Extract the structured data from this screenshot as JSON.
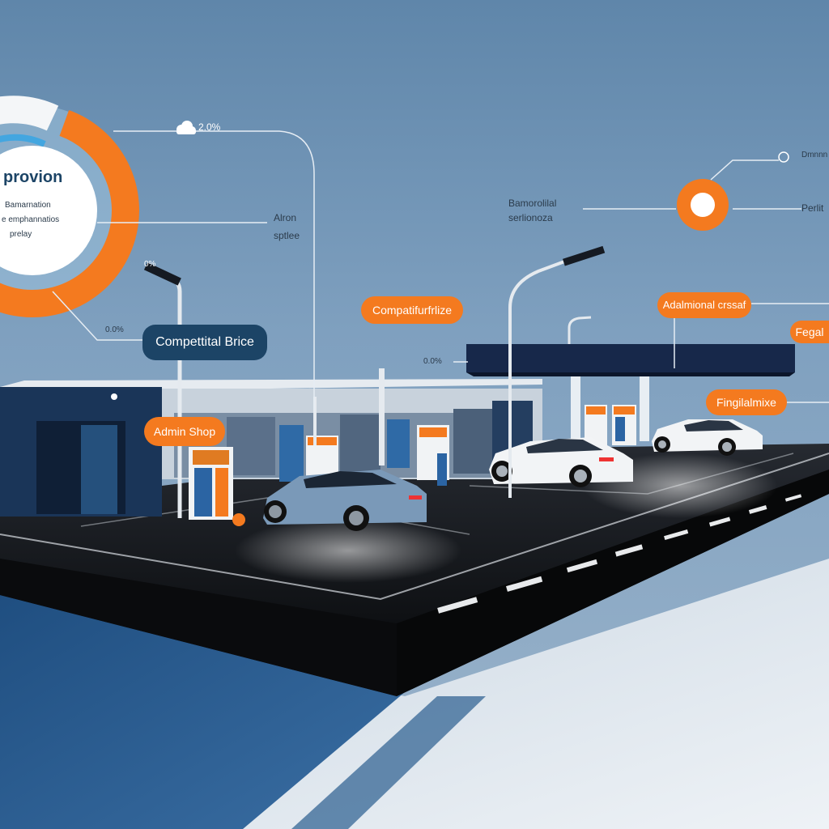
{
  "colors": {
    "accent": "#f47a1f",
    "navy": "#1c4466",
    "sky": "#6f93b6",
    "asphalt": "#1b1d22",
    "ground_shadow": "#2a5d8f"
  },
  "donut": {
    "title": "provion",
    "line1": "Bamarnation",
    "line2": "e emphannatios",
    "line3": "prelay",
    "fill_fraction": 0.72
  },
  "callouts": {
    "top_percent": "2.0%",
    "alron_line1": "Alron",
    "alron_line2": "sptlee",
    "left_small_percent": "0%",
    "mid_left_percent": "0.0%",
    "center_percent": "0.0%",
    "bamorolilal_line1": "Bamorolilal",
    "bamorolilal_line2": "serlionoza",
    "top_right_small": "Dmnnn",
    "right_edge": "Perlit"
  },
  "pills": {
    "competitive_price": "Compettital Brice",
    "compatifur": "Compatifurfrlize",
    "admin_shop": "Admin Shop",
    "additional": "Adalmional crssaf",
    "right_partial": "Fegal",
    "fringilal": "Fingilalmixe"
  },
  "icons": {
    "cloud": "cloud-icon",
    "target": "target-icon",
    "fuel_pump": "fuel-pump-icon",
    "streetlight": "streetlight-icon",
    "car": "car-icon"
  }
}
